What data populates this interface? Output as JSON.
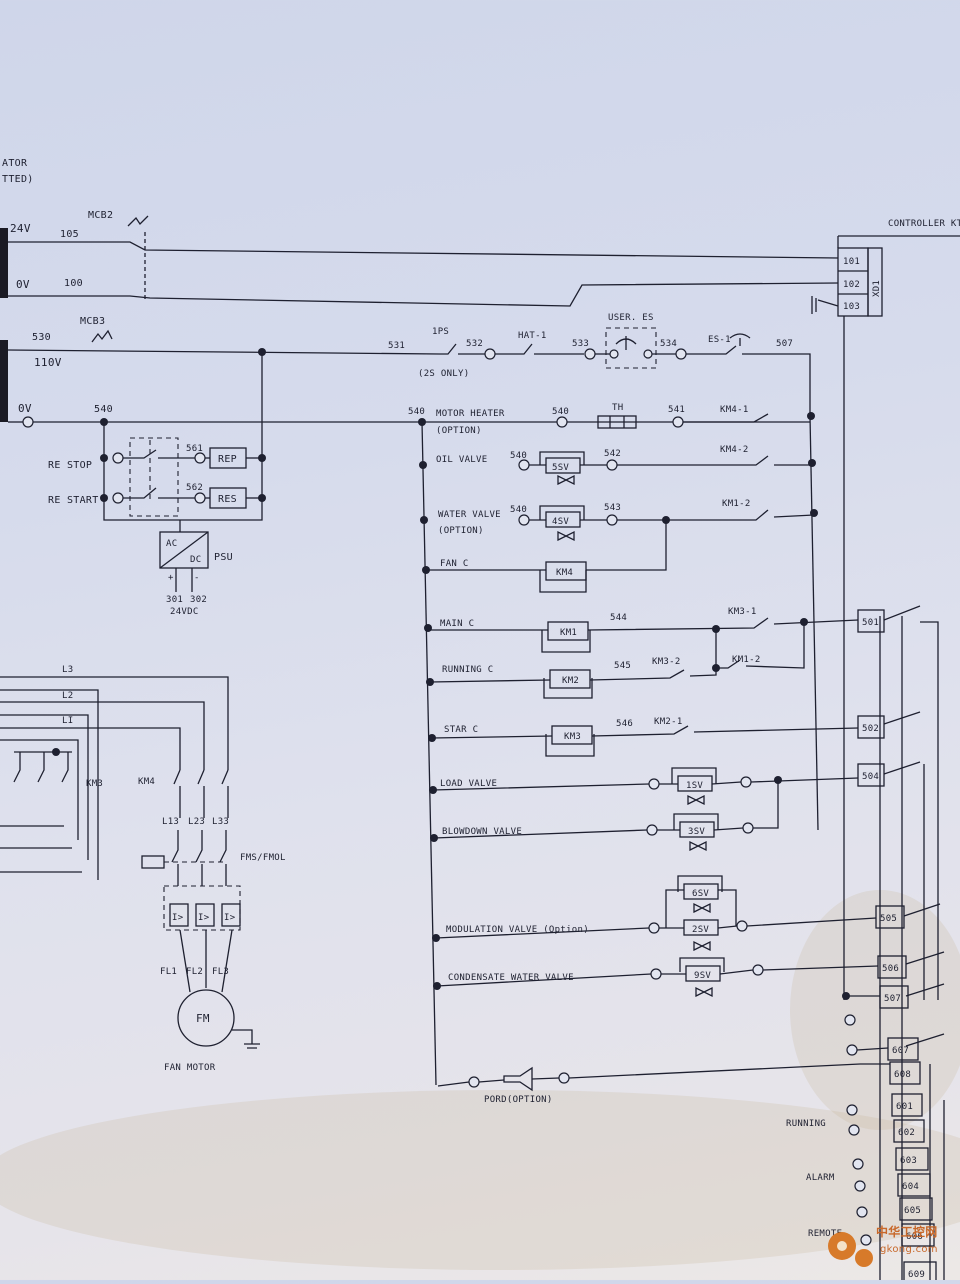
{
  "labels": {
    "title_frag1": "ATOR",
    "title_frag2": "TTED)",
    "controller": "CONTROLLER KT-",
    "v24": "24V",
    "w105": "105",
    "mcb2": "MCB2",
    "v0a": "0V",
    "w100": "100",
    "w530": "530",
    "mcb3": "MCB3",
    "v110": "110V",
    "v0b": "0V",
    "w540a": "540",
    "w531": "531",
    "ips": "1PS",
    "ips_note": "(2S ONLY)",
    "w532": "532",
    "hat1": "HAT-1",
    "w533": "533",
    "user_es": "USER. ES",
    "w534": "534",
    "es1": "ES-1",
    "w507": "507",
    "w540b": "540",
    "motor_heater": "MOTOR HEATER",
    "option1": "(OPTION)",
    "w540c": "540",
    "th": "TH",
    "w541": "541",
    "km41": "KM4-1",
    "oil_valve": "OIL VALVE",
    "w540d": "540",
    "w542": "542",
    "sv5": "5SV",
    "km42": "KM4-2",
    "water_valve": "WATER VALVE",
    "option2": "(OPTION)",
    "w540e": "540",
    "w543": "543",
    "sv4": "4SV",
    "km12": "KM1-2",
    "fan_c": "FAN C",
    "km4_coil": "KM4",
    "main_c": "MAIN C",
    "km1_coil": "KM1",
    "w544": "544",
    "km31": "KM3-1",
    "running_c": "RUNNING C",
    "km2_coil": "KM2",
    "w545": "545",
    "km32": "KM3-2",
    "km1_2b": "KM1-2",
    "star_c": "STAR C",
    "km3_coil": "KM3",
    "w546": "546",
    "km21": "KM2-1",
    "load_valve": "LOAD VALVE",
    "sv1": "1SV",
    "blowdown_valve": "BLOWDOWN VALVE",
    "sv3": "3SV",
    "sv6": "6SV",
    "modulation_valve": "MODULATION VALVE (Option)",
    "sv2": "2SV",
    "condensate_valve": "CONDENSATE WATER VALVE",
    "sv9": "9SV",
    "pord": "PORD(OPTION)",
    "re_stop": "RE STOP",
    "re_start": "RE START",
    "w561": "561",
    "w562": "562",
    "rep": "REP",
    "res": "RES",
    "ac": "AC",
    "dc": "DC",
    "psu": "PSU",
    "plus": "+",
    "minus": "-",
    "w301": "301",
    "w302": "302",
    "v24dc": "24VDC",
    "l3": "L3",
    "l2": "L2",
    "l1": "LI",
    "km3_main": "KM3",
    "km4_main": "KM4",
    "l13": "L13",
    "l23": "L23",
    "l33": "L33",
    "fms": "FMS/FMOL",
    "ol1": "I>",
    "ol2": "I>",
    "ol3": "I>",
    "fl1": "FL1",
    "fl2": "FL2",
    "fl3": "FL3",
    "fm": "FM",
    "fan_motor": "FAN MOTOR",
    "running": "RUNNING",
    "alarm": "ALARM",
    "remote": "REMOTE",
    "watermark1": "中华工控网",
    "watermark2": "gkong.com"
  },
  "xd1_terminals": [
    "101",
    "102",
    "103"
  ],
  "xd1_label": "XD1",
  "right_terminals": [
    "501",
    "502",
    "504",
    "505",
    "506",
    "507",
    "607",
    "608",
    "601",
    "602",
    "603",
    "604",
    "605",
    "606",
    "609"
  ]
}
